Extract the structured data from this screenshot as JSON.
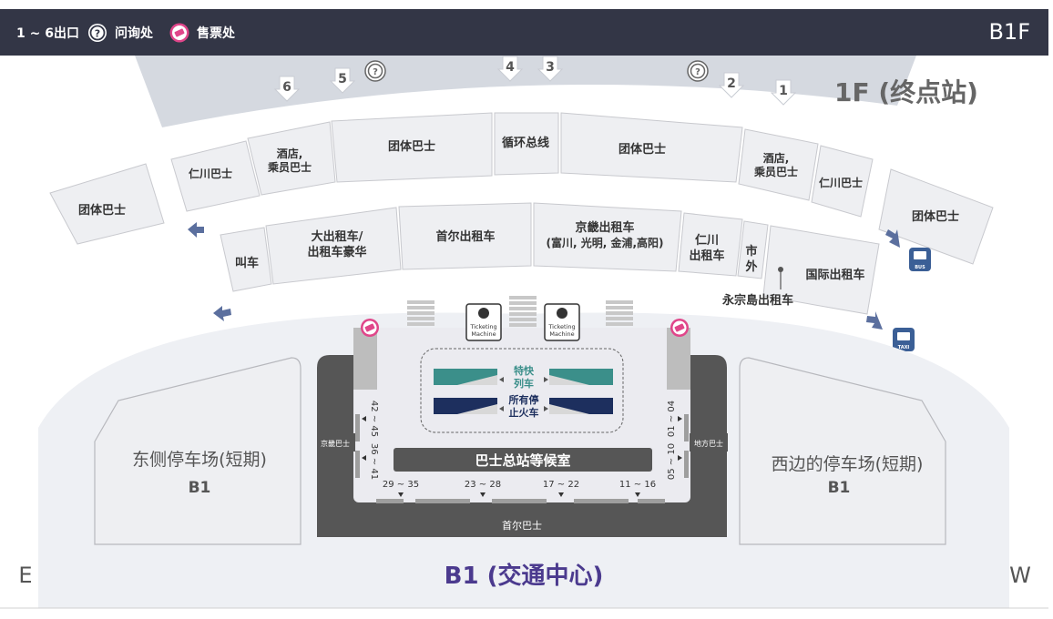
{
  "header": {
    "legend_exit_label": "1 ~ 6出口",
    "legend_info_label": "问询处",
    "legend_ticket_label": "售票处",
    "floor_label": "B1F"
  },
  "upper_level": {
    "title": "1F (终点站)",
    "exit_numbers": [
      "6",
      "5",
      "4",
      "3",
      "2",
      "1"
    ]
  },
  "outer_ring": {
    "west_group_bus": "团体巴士",
    "incheon_bus_left": "仁川巴士",
    "hotel_bus_left": [
      "酒店,",
      "乘员巴士"
    ],
    "group_bus_center_left": "团体巴士",
    "circulation_line": "循环总线",
    "group_bus_center_right": "团体巴士",
    "hotel_bus_right": [
      "酒店,",
      "乘员巴士"
    ],
    "incheon_bus_right": "仁川巴士",
    "east_group_bus": "团体巴士"
  },
  "inner_ring": {
    "call_taxi": "叫车",
    "deluxe_taxi": [
      "大出租车/",
      "出租车豪华"
    ],
    "seoul_taxi": "首尔出租车",
    "gyeonggi_taxi": [
      "京畿出租车",
      "(富川, 光明, 金浦,高阳)"
    ],
    "incheon_taxi": [
      "仁川",
      "出租车"
    ],
    "suburb": [
      "市",
      "外"
    ],
    "international_taxi": "国际出租车",
    "yeongjong_taxi": "永宗島出租车"
  },
  "center": {
    "ticketing_machine_label": [
      "Ticketing",
      "Machine"
    ],
    "express_train": [
      "特快",
      "列车"
    ],
    "all_stop_train": [
      "所有停",
      "止火车"
    ],
    "bus_waiting_room": "巴士总站等候室",
    "left_bus_label": "京畿巴士",
    "right_bus_label": "地方巴士",
    "bottom_bus_label": "首尔巴士",
    "gate_ranges_bottom": [
      "29 ~ 35",
      "23 ~ 28",
      "17 ~ 22",
      "11 ~ 16"
    ],
    "gate_ranges_left": [
      "42 ~ 45",
      "36 ~ 41"
    ],
    "gate_ranges_right": [
      "01 ~ 04",
      "05 ~ 10"
    ]
  },
  "parking": {
    "east_name": "东侧停车场(短期)",
    "east_level": "B1",
    "west_name": "西边的停车场(短期)",
    "west_level": "B1"
  },
  "footer": {
    "level_title": "B1 (交通中心)",
    "east_label": "E",
    "west_label": "W"
  },
  "colors": {
    "topbar": "#333646",
    "zone": "#eeeff2",
    "zone_border": "#c8c9ce",
    "roof": "#d5d9e0",
    "dark_block": "#565656",
    "title_purple": "#4b3a8e",
    "arrow_blue": "#5b6f9e",
    "ticket_pink": "#e0468a",
    "express_teal": "#3b8f8a",
    "allstop_navy": "#1d2f5e"
  },
  "icons": [
    "info-icon",
    "ticket-icon",
    "bus-icon",
    "taxi-icon",
    "exit-arrow-icon",
    "direction-arrow-icon",
    "ticketing-machine-icon",
    "escalator-icon"
  ]
}
